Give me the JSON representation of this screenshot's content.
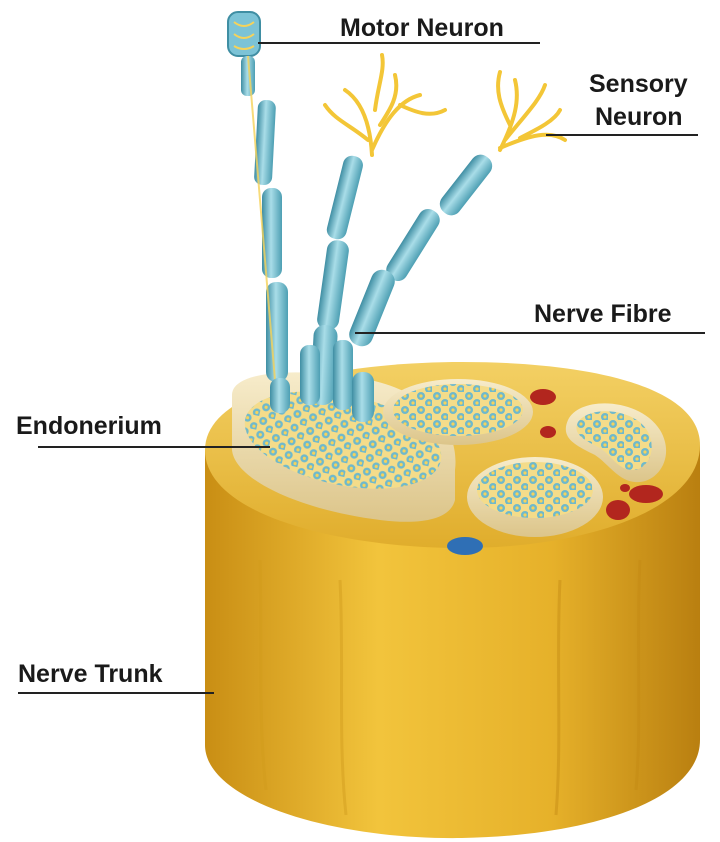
{
  "labels": {
    "motor_neuron": "Motor Neuron",
    "sensory_neuron_line1": "Sensory",
    "sensory_neuron_line2": "Neuron",
    "nerve_fibre": "Nerve Fibre",
    "endonerium": "Endonerium",
    "nerve_trunk": "Nerve Trunk"
  },
  "colors": {
    "trunk": "#e8b92a",
    "trunk_shade": "#c9901a",
    "trunk_top": "#efc24a",
    "fascicle_rim": "#f1e4b8",
    "fibre_blue": "#7cc3d6",
    "fibre_dark": "#3f8ea3",
    "fibre_core": "#f6d35a",
    "dendrite": "#f3c637",
    "vessel_red": "#b2261e",
    "vessel_blue": "#2f6fb5",
    "leader_line": "#222222"
  }
}
